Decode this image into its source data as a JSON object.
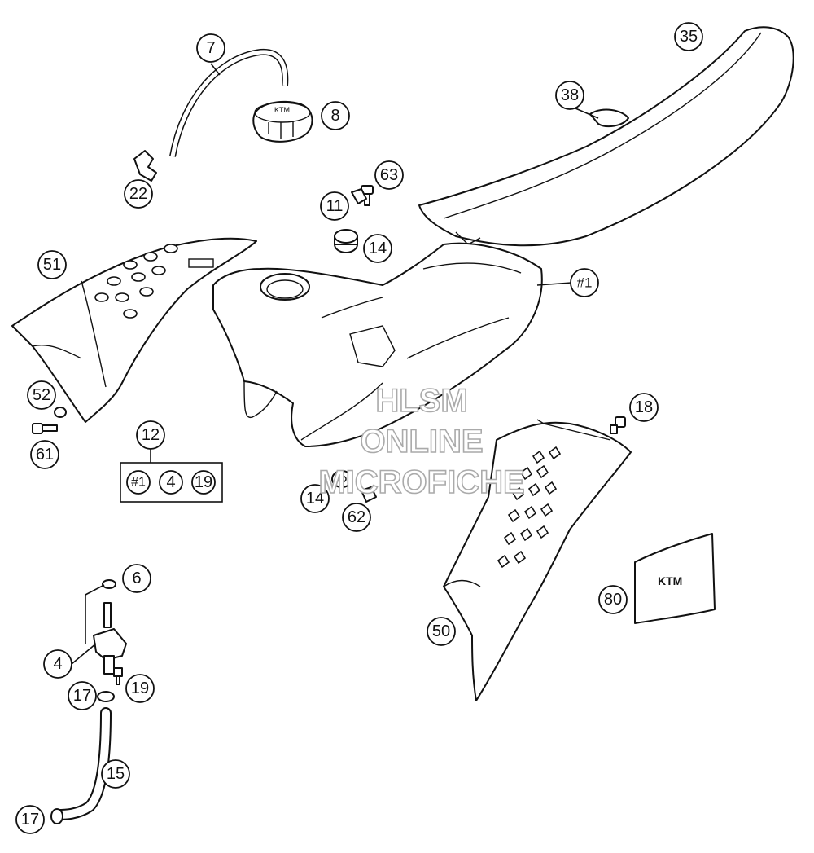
{
  "callouts": [
    {
      "id": "c7",
      "label": "7"
    },
    {
      "id": "c8",
      "label": "8"
    },
    {
      "id": "c22",
      "label": "22"
    },
    {
      "id": "c35",
      "label": "35"
    },
    {
      "id": "c38",
      "label": "38"
    },
    {
      "id": "c63",
      "label": "63"
    },
    {
      "id": "c11",
      "label": "11"
    },
    {
      "id": "c14a",
      "label": "14"
    },
    {
      "id": "c51",
      "label": "51"
    },
    {
      "id": "c1",
      "label": "#1"
    },
    {
      "id": "c52",
      "label": "52"
    },
    {
      "id": "c61",
      "label": "61"
    },
    {
      "id": "c12",
      "label": "12"
    },
    {
      "id": "c18",
      "label": "18"
    },
    {
      "id": "c14b",
      "label": "14"
    },
    {
      "id": "c62",
      "label": "62"
    },
    {
      "id": "c6",
      "label": "6"
    },
    {
      "id": "c4",
      "label": "4"
    },
    {
      "id": "c19",
      "label": "19"
    },
    {
      "id": "c17a",
      "label": "17"
    },
    {
      "id": "c15",
      "label": "15"
    },
    {
      "id": "c17b",
      "label": "17"
    },
    {
      "id": "c50",
      "label": "50"
    },
    {
      "id": "c80",
      "label": "80"
    }
  ],
  "kit_box": {
    "items": [
      "#1",
      "4",
      "19"
    ]
  },
  "watermark": {
    "line1": "HLSM",
    "line2": "ONLINE",
    "line3": "MICROFICHE"
  }
}
